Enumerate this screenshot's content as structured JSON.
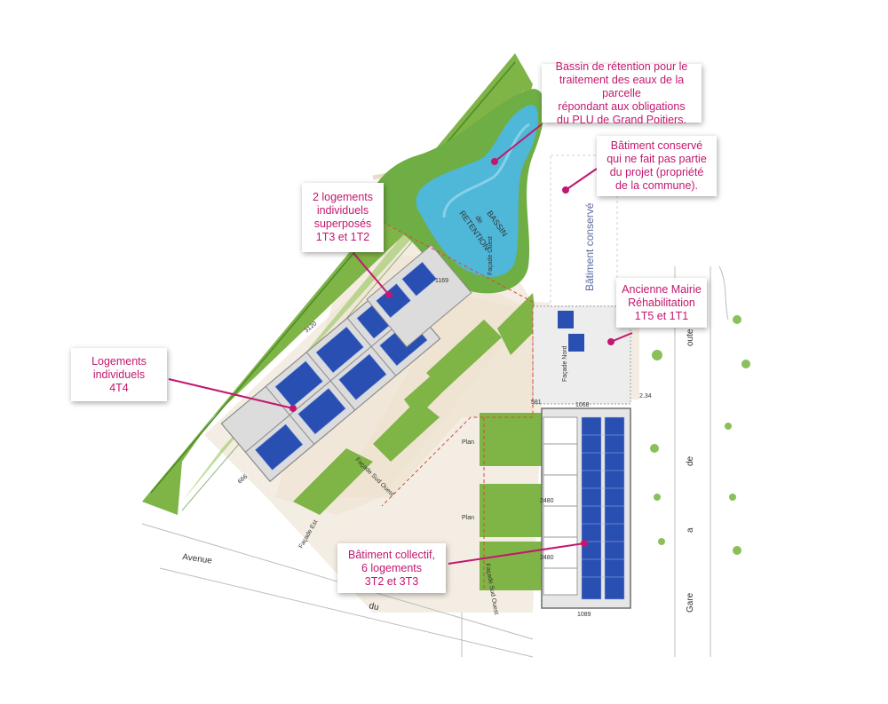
{
  "colors": {
    "grass": "#7fb446",
    "grass_dark": "#5b9a35",
    "water": "#4fb7d8",
    "roof": "#dcdcdc",
    "solar": "#2a4fb2",
    "paving": "#efe7dc",
    "callout_text": "#c3176f",
    "leader": "#c3176f"
  },
  "callouts": {
    "basin": [
      "Bassin de rétention pour le",
      "traitement des eaux de la parcelle",
      "répondant aux obligations",
      "du PLU de Grand Poitiers."
    ],
    "conserved": [
      "Bâtiment conservé",
      "qui ne fait pas partie",
      "du projet (propriété",
      "de la commune)."
    ],
    "superposed": [
      "2 logements",
      "individuels",
      "superposés",
      "1T3 et 1T2"
    ],
    "mairie": [
      "Ancienne Mairie",
      "Réhabilitation",
      "1T5 et 1T1"
    ],
    "individual": [
      "Logements",
      "individuels",
      "4T4"
    ],
    "collective": [
      "Bâtiment collectif,",
      "6 logements",
      "3T2 et 3T3"
    ]
  },
  "map_labels": {
    "bassin": "BASSIN",
    "de_small": "de",
    "retention": "RETENTION",
    "batiment_conserve": "Bâtiment conservé",
    "avenue": "Avenue",
    "du": "du",
    "route": "oute",
    "de": "de",
    "la": "a",
    "gare": "Gare",
    "facade_ouest": "Façade Ouest",
    "facade_sud_ouest": "Façade Sud Ouest",
    "facade_sud_ouest_2": "Façade Sud Ouest",
    "facade_est": "Façade Est",
    "facade_nord": "Façade Nord",
    "dim_1068": "1068",
    "dim_1089": "1089",
    "dim_2480": "2480",
    "dim_2480b": "2480",
    "dim_666": "666",
    "dim_1169": "1169",
    "dim_3120": "3120",
    "dim_581": "581",
    "dim_234": "2.34",
    "lbl_plan1": "Plan",
    "lbl_plan2": "Plan"
  }
}
